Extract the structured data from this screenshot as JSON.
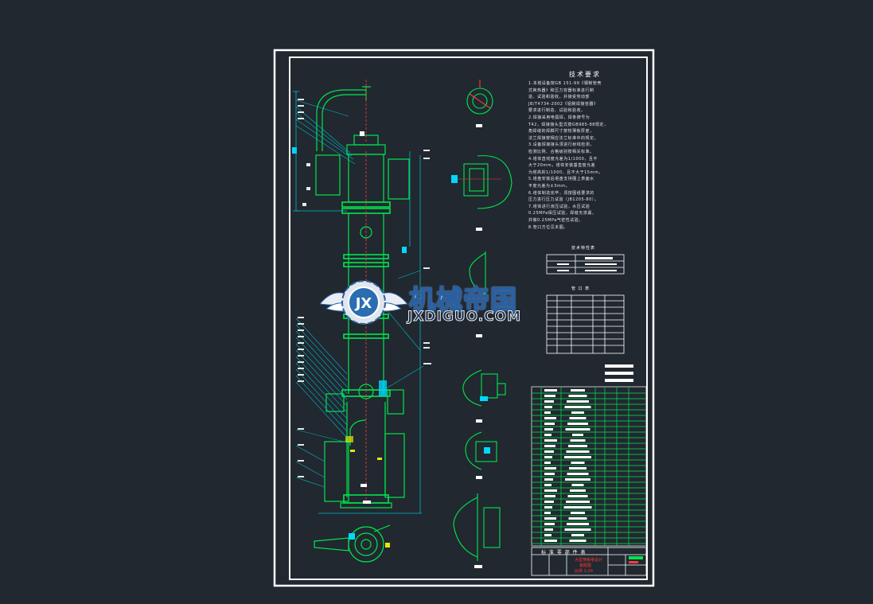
{
  "drawing": {
    "tech_requirements_title": "技术要求",
    "requirements": [
      "1.本塔设备按GB 151-99《钢制管壳",
      "  式换热器》和压力容器标准进行制",
      "  造、试验和验收。并接受劳动部",
      "  JB/T4734-2002《铝制焊接容器》",
      "  要求进行制造、试验和验收。",
      "2.焊接采用电弧焊，焊条牌号为",
      "  T42，焊接接头型式按GB985-88规定，",
      "  角焊缝的焊脚尺寸按较薄板厚度，",
      "  法兰焊接按相应法兰标准中的规定。",
      "3.设备焊接接头须进行射线检测，",
      "  检测比例、合格级别按相关标准。",
      "4.塔体直线度允差为1/1000，且不",
      "  大于20mm，塔体安装垂直度允差",
      "  为塔高的1/1000，且不大于15mm。",
      "5.塔盘安装后塔盘支持圈上表面水",
      "  平度允差为±3mm。",
      "6.塔体制造完毕，须按图纸要求的",
      "  压力进行压力试验（JB1205-80）。",
      "7.塔体进行液压试验，水压试验",
      "  0.25MPa保压试验，焊缝无渗漏，",
      "  并做0.25MPa气密性试验。",
      "8.管口方位见本图。"
    ],
    "table1_title": "技术特性表",
    "table2_title": "管 口 表",
    "title_block_heading": "标 准 零 部 件 表",
    "title_block_red_lines": [
      "大型筛板塔设计",
      "装配图",
      "比例 1:20"
    ],
    "watermark_cn": "机械帝国",
    "watermark_en": "JXDIGUO.COM",
    "watermark_logo_letter": "JX"
  },
  "colors": {
    "background": "#212830",
    "frame": "#ffffff",
    "tower": "#00e64d",
    "leader": "#00b7c3",
    "dimension": "#00b7c3",
    "accent_yellow": "#e8e800",
    "accent_red": "#ff3b3b",
    "accent_magenta": "#ff40ff",
    "accent_cyan_fill": "#00d8ff"
  },
  "icons": {
    "watermark_logo": "gear-wings-logo-icon"
  }
}
